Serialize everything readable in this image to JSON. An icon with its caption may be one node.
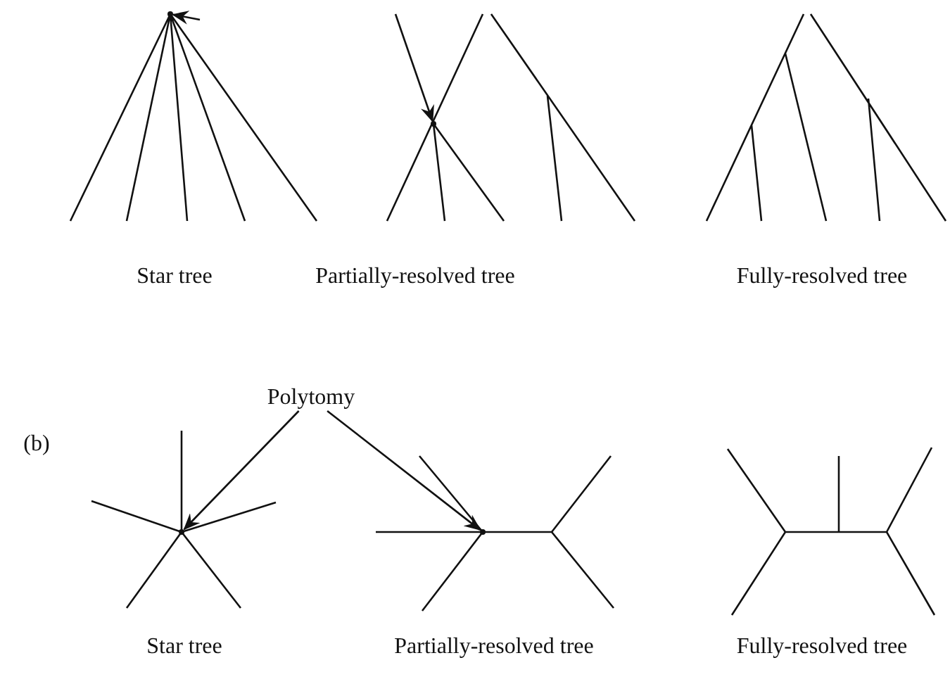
{
  "diagram": {
    "nodes": [
      {
        "text": [],
        "shape": "point"
      },
      {
        "text": [],
        "shape": "point"
      },
      {
        "text": [
          "Polytomy"
        ]
      },
      {
        "text": [],
        "shape": "point"
      },
      {
        "text": [],
        "shape": "point"
      }
    ],
    "edges": [
      {
        "from": null,
        "to": 0,
        "arrow": "to"
      },
      {
        "from": null,
        "to": 1,
        "arrow": "to"
      },
      {
        "from": 2,
        "to": 3,
        "arrow": "to"
      },
      {
        "from": 2,
        "to": 4,
        "arrow": "to"
      }
    ],
    "labels": [
      "Star tree",
      "Partially-resolved tree",
      "Fully-resolved tree",
      "(b)",
      "Star tree",
      "Partially-resolved tree",
      "Fully-resolved tree"
    ]
  }
}
